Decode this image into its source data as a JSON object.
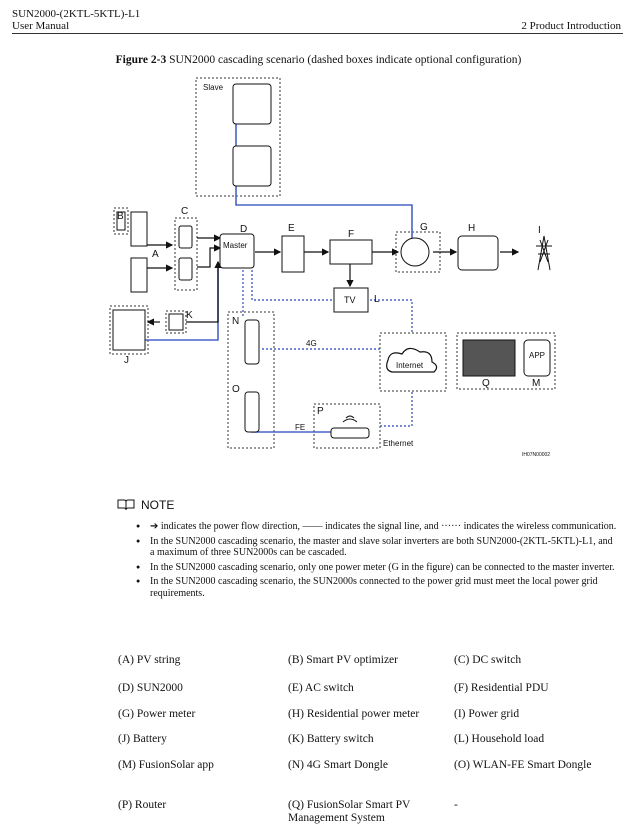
{
  "header": {
    "product": "SUN2000-(2KTL-5KTL)-L1",
    "manual": "User Manual",
    "chapter": "2 Product Introduction"
  },
  "figure": {
    "number": "Figure 2-3",
    "caption": "SUN2000 cascading scenario (dashed boxes indicate optional configuration)",
    "labels": {
      "slave": "Slave",
      "master": "Master",
      "tv": "TV",
      "internet": "Internet",
      "app": "APP",
      "fourg": "4G",
      "fe": "FE",
      "ethernet": "Ethernet",
      "code": "IH07N00002"
    },
    "letters": [
      "A",
      "B",
      "C",
      "D",
      "E",
      "F",
      "G",
      "H",
      "I",
      "J",
      "K",
      "L",
      "M",
      "N",
      "O",
      "P",
      "Q"
    ]
  },
  "note": {
    "title": "NOTE",
    "items": [
      "indicates the power flow direction, —— indicates the signal line, and ······ indicates the wireless communication.",
      "In the SUN2000 cascading scenario, the master and slave solar inverters are both SUN2000-(2KTL-5KTL)-L1, and a maximum of three SUN2000s can be cascaded.",
      "In the SUN2000 cascading scenario, only one power meter (G in the figure) can be connected to the master inverter.",
      "In the SUN2000 cascading scenario, the SUN2000s connected to the power grid must meet the local power grid requirements."
    ]
  },
  "legend": [
    "(A) PV string",
    "(B) Smart PV optimizer",
    "(C) DC switch",
    "(D) SUN2000",
    "(E) AC switch",
    "(F) Residential PDU",
    "(G) Power meter",
    "(H) Residential power meter",
    "(I) Power grid",
    "(J) Battery",
    "(K) Battery switch",
    "(L) Household load",
    "(M) FusionSolar app",
    "(N) 4G Smart Dongle",
    "(O) WLAN-FE Smart Dongle",
    "(P) Router",
    "(Q) FusionSolar Smart PV Management System",
    "-"
  ]
}
